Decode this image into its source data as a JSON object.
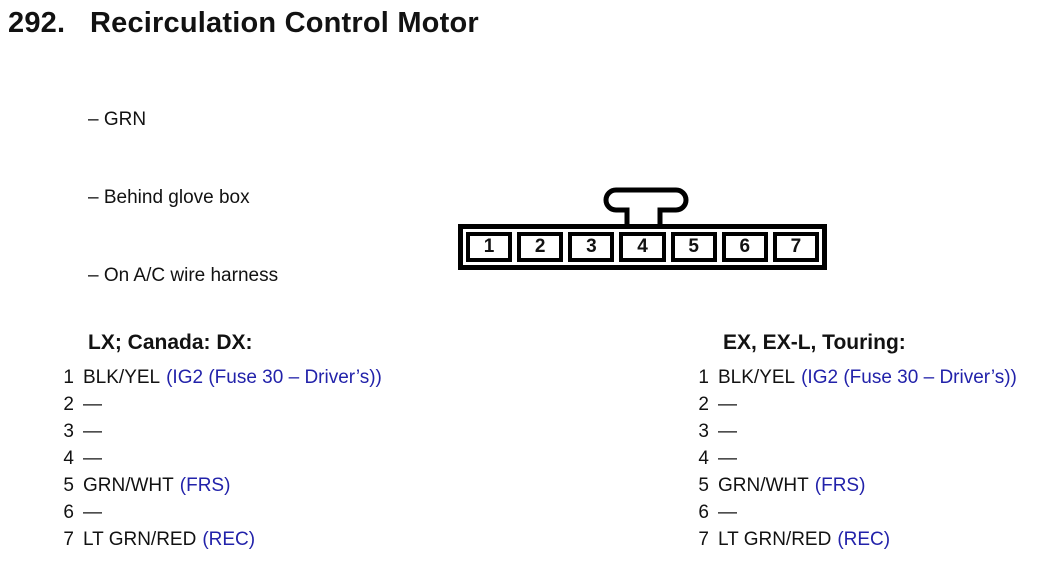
{
  "header": {
    "number": "292.",
    "title": "Recirculation Control Motor",
    "notes": [
      "– GRN",
      "– Behind glove box",
      "– On A/C wire harness"
    ]
  },
  "connector": {
    "pins": [
      "1",
      "2",
      "3",
      "4",
      "5",
      "6",
      "7"
    ]
  },
  "pinouts": [
    {
      "heading": "LX; Canada: DX:",
      "rows": [
        {
          "pin": "1",
          "wire": "BLK/YEL",
          "signal": "(IG2 (Fuse 30 – Driver’s))"
        },
        {
          "pin": "2",
          "wire": "—",
          "signal": ""
        },
        {
          "pin": "3",
          "wire": "—",
          "signal": ""
        },
        {
          "pin": "4",
          "wire": "—",
          "signal": ""
        },
        {
          "pin": "5",
          "wire": "GRN/WHT",
          "signal": "(FRS)"
        },
        {
          "pin": "6",
          "wire": "—",
          "signal": ""
        },
        {
          "pin": "7",
          "wire": "LT GRN/RED",
          "signal": "(REC)"
        }
      ]
    },
    {
      "heading": "EX, EX-L, Touring:",
      "rows": [
        {
          "pin": "1",
          "wire": "BLK/YEL",
          "signal": "(IG2 (Fuse 30 – Driver’s))"
        },
        {
          "pin": "2",
          "wire": "—",
          "signal": ""
        },
        {
          "pin": "3",
          "wire": "—",
          "signal": ""
        },
        {
          "pin": "4",
          "wire": "—",
          "signal": ""
        },
        {
          "pin": "5",
          "wire": "GRN/WHT",
          "signal": "(FRS)"
        },
        {
          "pin": "6",
          "wire": "—",
          "signal": ""
        },
        {
          "pin": "7",
          "wire": "LT GRN/RED",
          "signal": "(REC)"
        }
      ]
    }
  ],
  "colors": {
    "text": "#121212",
    "signal_blue": "#2222aa"
  }
}
